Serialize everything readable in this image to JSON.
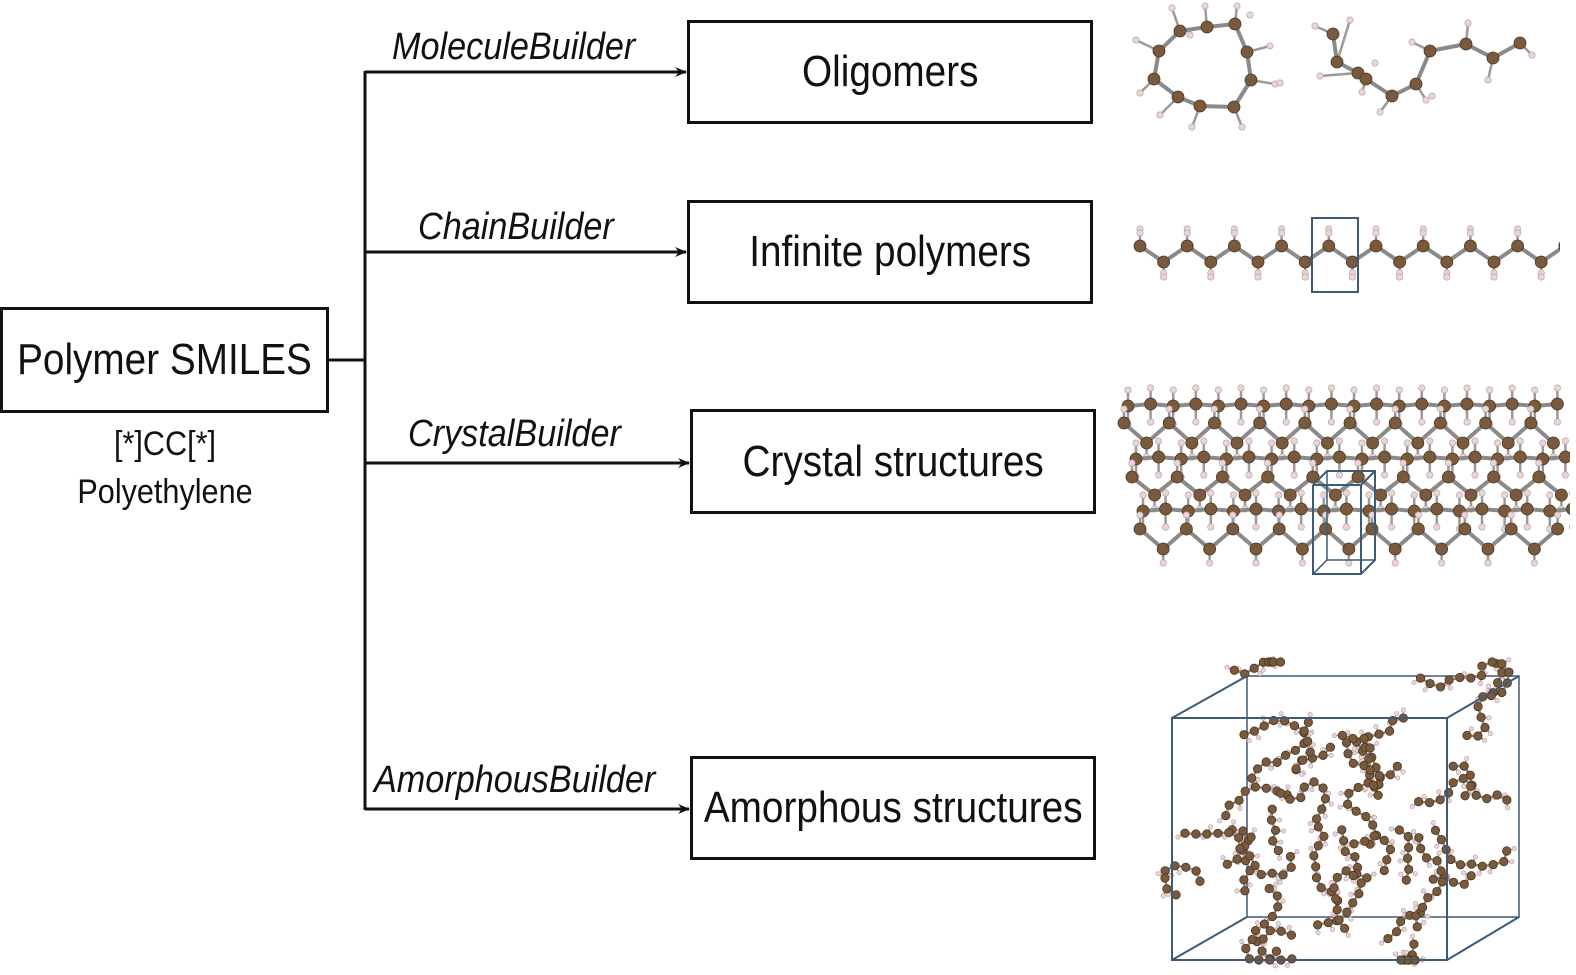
{
  "source": {
    "label": "Polymer SMILES",
    "smiles": "[*]CC[*]",
    "example_name": "Polyethylene"
  },
  "branches": [
    {
      "builder": "MoleculeBuilder",
      "output": "Oligomers",
      "illustration": "oligomer-molecules"
    },
    {
      "builder": "ChainBuilder",
      "output": "Infinite polymers",
      "illustration": "periodic-chain-with-unit-cell"
    },
    {
      "builder": "CrystalBuilder",
      "output": "Crystal structures",
      "illustration": "crystal-lattice-with-unit-cell"
    },
    {
      "builder": "AmorphousBuilder",
      "output": "Amorphous structures",
      "illustration": "amorphous-box"
    }
  ],
  "colors": {
    "line": "#111111",
    "carbon": "#7a5a3c",
    "hydrogen": "#e8d6d8",
    "bond": "#8a8a8a",
    "cell": "#3d5a78"
  }
}
